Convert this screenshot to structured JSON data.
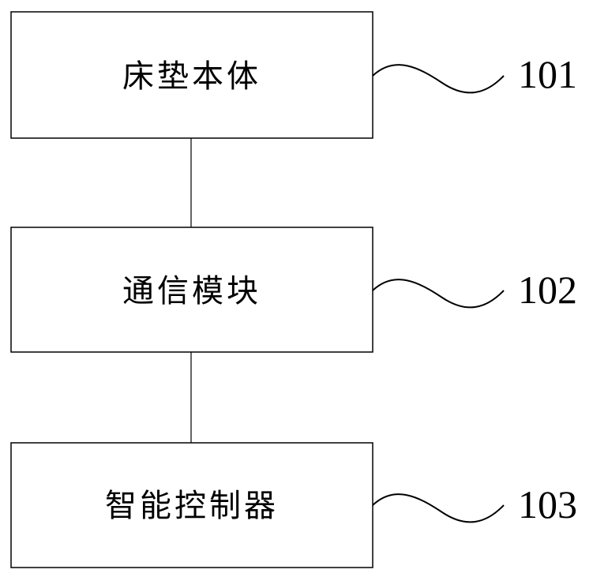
{
  "blocks": [
    {
      "label": "床垫本体",
      "ref": "101"
    },
    {
      "label": "通信模块",
      "ref": "102"
    },
    {
      "label": "智能控制器",
      "ref": "103"
    }
  ]
}
